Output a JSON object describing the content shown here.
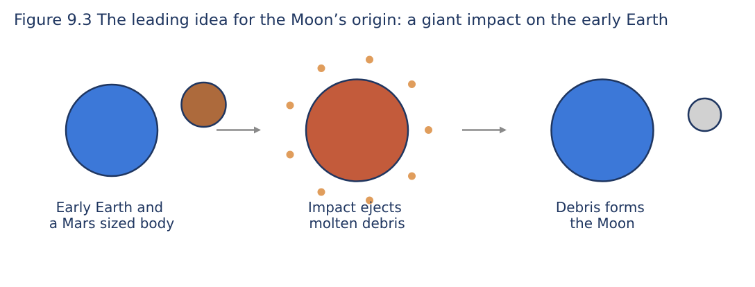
{
  "title": "Figure 9.3  The leading idea for the Moon’s origin: a giant impact on the early Earth",
  "stages": [
    {
      "id": "before",
      "label_lines": [
        "Early Earth and",
        "a Mars sized body"
      ]
    },
    {
      "id": "impact",
      "label_lines": [
        "Impact ejects",
        "molten debris"
      ]
    },
    {
      "id": "after",
      "label_lines": [
        "Debris forms",
        "the Moon"
      ]
    }
  ],
  "colors": {
    "text": "#1f3660",
    "outline": "#1f3660",
    "earth": "#3c78d8",
    "impactor": "#ad6a3c",
    "molten_earth": "#c35b3b",
    "debris": "#e09d5c",
    "moon": "#d1d1d1",
    "arrow": "#8a8a8a"
  },
  "icons": {
    "arrow": "right-arrow-icon"
  }
}
